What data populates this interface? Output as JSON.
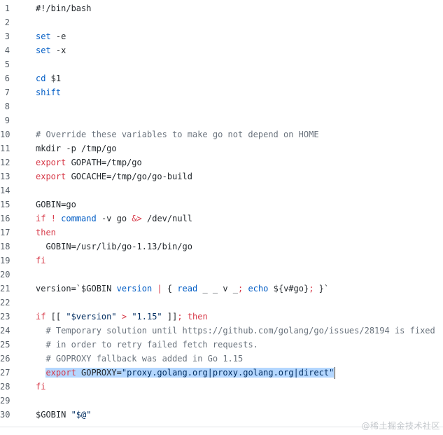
{
  "code": {
    "lines": [
      [
        {
          "t": "#!/bin/bash",
          "c": ""
        }
      ],
      [],
      [
        {
          "t": "set",
          "c": "bi"
        },
        {
          "t": " -e",
          "c": ""
        }
      ],
      [
        {
          "t": "set",
          "c": "bi"
        },
        {
          "t": " -x",
          "c": ""
        }
      ],
      [],
      [
        {
          "t": "cd",
          "c": "bi"
        },
        {
          "t": " $1",
          "c": ""
        }
      ],
      [
        {
          "t": "shift",
          "c": "bi"
        }
      ],
      [],
      [],
      [
        {
          "t": "# Override these variables to make go not depend on HOME",
          "c": "cm"
        }
      ],
      [
        {
          "t": "mkdir -p /tmp/go",
          "c": ""
        }
      ],
      [
        {
          "t": "export",
          "c": "kw"
        },
        {
          "t": " GOPATH=/tmp/go",
          "c": ""
        }
      ],
      [
        {
          "t": "export",
          "c": "kw"
        },
        {
          "t": " GOCACHE=/tmp/go/go-build",
          "c": ""
        }
      ],
      [],
      [
        {
          "t": "GOBIN=go",
          "c": ""
        }
      ],
      [
        {
          "t": "if",
          "c": "kw"
        },
        {
          "t": " ",
          "c": ""
        },
        {
          "t": "!",
          "c": "kw"
        },
        {
          "t": " ",
          "c": ""
        },
        {
          "t": "command",
          "c": "bi"
        },
        {
          "t": " -v go ",
          "c": ""
        },
        {
          "t": "&>",
          "c": "kw"
        },
        {
          "t": " /dev/null",
          "c": ""
        }
      ],
      [
        {
          "t": "then",
          "c": "kw"
        }
      ],
      [
        {
          "t": "  GOBIN=/usr/lib/go-1.13/bin/go",
          "c": ""
        }
      ],
      [
        {
          "t": "fi",
          "c": "kw"
        }
      ],
      [],
      [
        {
          "t": "version=`$GOBIN ",
          "c": ""
        },
        {
          "t": "version",
          "c": "bi"
        },
        {
          "t": " ",
          "c": ""
        },
        {
          "t": "|",
          "c": "kw"
        },
        {
          "t": " { ",
          "c": ""
        },
        {
          "t": "read",
          "c": "bi"
        },
        {
          "t": " _ _ v _",
          "c": ""
        },
        {
          "t": ";",
          "c": "kw"
        },
        {
          "t": " ",
          "c": ""
        },
        {
          "t": "echo",
          "c": "bi"
        },
        {
          "t": " ${v#go}",
          "c": ""
        },
        {
          "t": ";",
          "c": "kw"
        },
        {
          "t": " }`",
          "c": ""
        }
      ],
      [],
      [
        {
          "t": "if",
          "c": "kw"
        },
        {
          "t": " [[ ",
          "c": ""
        },
        {
          "t": "\"$version\"",
          "c": "str"
        },
        {
          "t": " ",
          "c": ""
        },
        {
          "t": ">",
          "c": "kw"
        },
        {
          "t": " ",
          "c": ""
        },
        {
          "t": "\"1.15\"",
          "c": "str"
        },
        {
          "t": " ]]",
          "c": ""
        },
        {
          "t": ";",
          "c": "kw"
        },
        {
          "t": " ",
          "c": ""
        },
        {
          "t": "then",
          "c": "kw"
        }
      ],
      [
        {
          "t": "  ",
          "c": ""
        },
        {
          "t": "# Temporary solution until https://github.com/golang/go/issues/28194 is fixed",
          "c": "cm"
        }
      ],
      [
        {
          "t": "  ",
          "c": ""
        },
        {
          "t": "# in order to retry failed fetch requests.",
          "c": "cm"
        }
      ],
      [
        {
          "t": "  ",
          "c": ""
        },
        {
          "t": "# GOPROXY fallback was added in Go 1.15",
          "c": "cm"
        }
      ],
      [
        {
          "t": "  ",
          "c": ""
        },
        {
          "t": "export",
          "c": "kw sel"
        },
        {
          "t": " GOPROXY=",
          "c": "sel"
        },
        {
          "t": "\"proxy.golang.org|proxy.golang.org|direct\"",
          "c": "str sel"
        }
      ],
      [
        {
          "t": "fi",
          "c": "kw"
        }
      ],
      [],
      [
        {
          "t": "$GOBIN ",
          "c": ""
        },
        {
          "t": "\"$@\"",
          "c": "str"
        }
      ]
    ],
    "selected_line": 27
  },
  "watermark": "@稀土掘金技术社区"
}
